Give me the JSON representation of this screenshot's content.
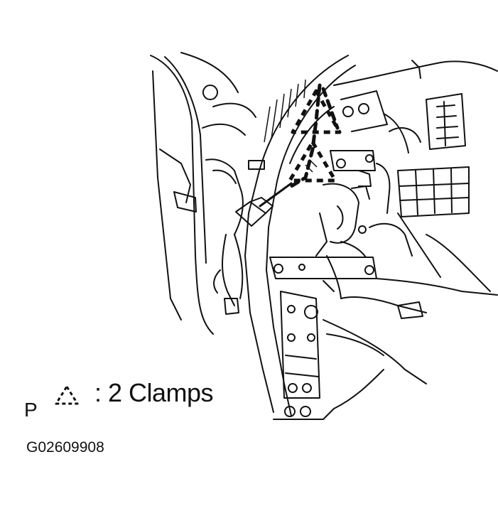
{
  "figure": {
    "view_label": "P",
    "legend_text": ": 2 Clamps",
    "figure_id": "G02609908",
    "line_color": "#111111",
    "background_color": "#ffffff"
  },
  "icons": {
    "legend_symbol": "dashed-triangle-clamp-icon",
    "clamp_markers": [
      "dashed-triangle-clamp-icon",
      "dashed-triangle-clamp-icon"
    ]
  }
}
